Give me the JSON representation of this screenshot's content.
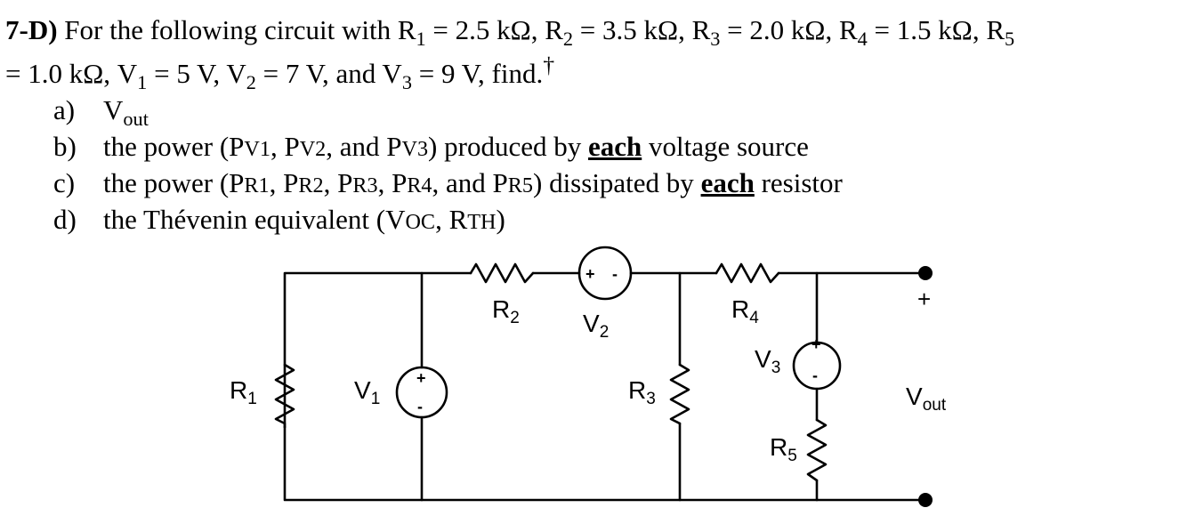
{
  "problem": {
    "number": "7-D)",
    "text_1": " For the following circuit with R",
    "values": {
      "R1": "2.5 kΩ",
      "R2": "3.5 kΩ",
      "R3": "2.0 kΩ",
      "R4": "1.5 kΩ",
      "R5": "1.0 kΩ",
      "V1": "5 V",
      "V2": "7 V",
      "V3": "9 V"
    },
    "find_text": "find.",
    "dagger": "†",
    "parts": [
      {
        "marker": "a)",
        "text": "V"
      },
      {
        "marker": "b)",
        "text": "the power (P"
      },
      {
        "marker": "c)",
        "text": "the power (P"
      },
      {
        "marker": "d)",
        "text": "the Thévenin equivalent (V"
      }
    ],
    "emphasis": "each"
  },
  "circuit": {
    "labels": {
      "R1": "R",
      "R2": "R",
      "R3": "R",
      "R4": "R",
      "R5": "R",
      "V1": "V",
      "V2": "V",
      "V3": "V",
      "Vout": "V",
      "plus": "+",
      "minus": "-"
    },
    "subscripts": {
      "R1": "1",
      "R2": "2",
      "R3": "3",
      "R4": "4",
      "R5": "5",
      "V1": "1",
      "V2": "2",
      "V3": "3",
      "Vout": "out"
    }
  }
}
